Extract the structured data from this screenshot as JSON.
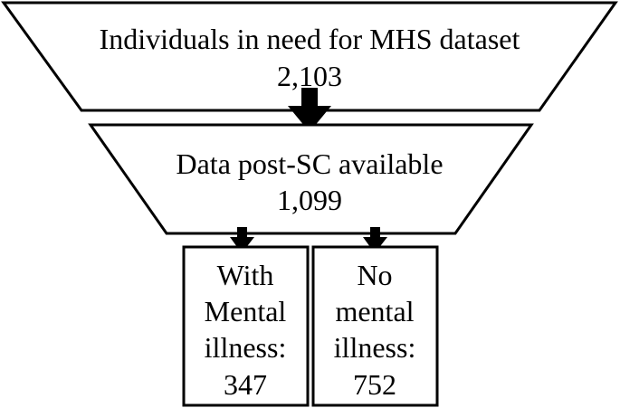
{
  "funnel": {
    "stage1": {
      "label": "Individuals in need for MHS dataset",
      "count": "2,103"
    },
    "stage2": {
      "label": "Data post-SC available",
      "count": "1,099"
    }
  },
  "outcomes": {
    "with_illness": {
      "lines": [
        "With",
        "Mental",
        "illness:",
        "347"
      ]
    },
    "no_illness": {
      "lines": [
        "No",
        "mental",
        "illness:",
        "752"
      ]
    }
  },
  "colors": {
    "stroke": "#000000",
    "fill": "#ffffff",
    "arrow": "#000000"
  }
}
